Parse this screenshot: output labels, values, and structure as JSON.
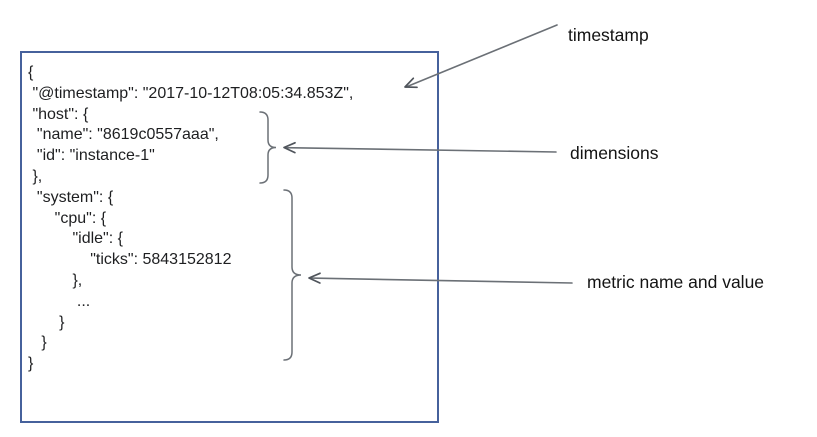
{
  "labels": {
    "timestamp": "timestamp",
    "dimensions": "dimensions",
    "metric": "metric name and value"
  },
  "code": {
    "lines": [
      "{",
      " \"@timestamp\": \"2017-10-12T08:05:34.853Z\",",
      " \"host\": {",
      "  \"name\": \"8619c0557aaa\",",
      "  \"id\": \"instance-1\"",
      " },",
      "  \"system\": {",
      "      \"cpu\": {",
      "          \"idle\": {",
      "              \"ticks\": 5843152812",
      "          },",
      "           ...",
      "       }",
      "   }",
      "}"
    ]
  },
  "colors": {
    "box_border": "#46619c",
    "code_text": "#1e1f21",
    "label_text": "#131313",
    "connector": "#6b7076",
    "arrowhead": "#4f545b",
    "brace": "#6b7076"
  }
}
